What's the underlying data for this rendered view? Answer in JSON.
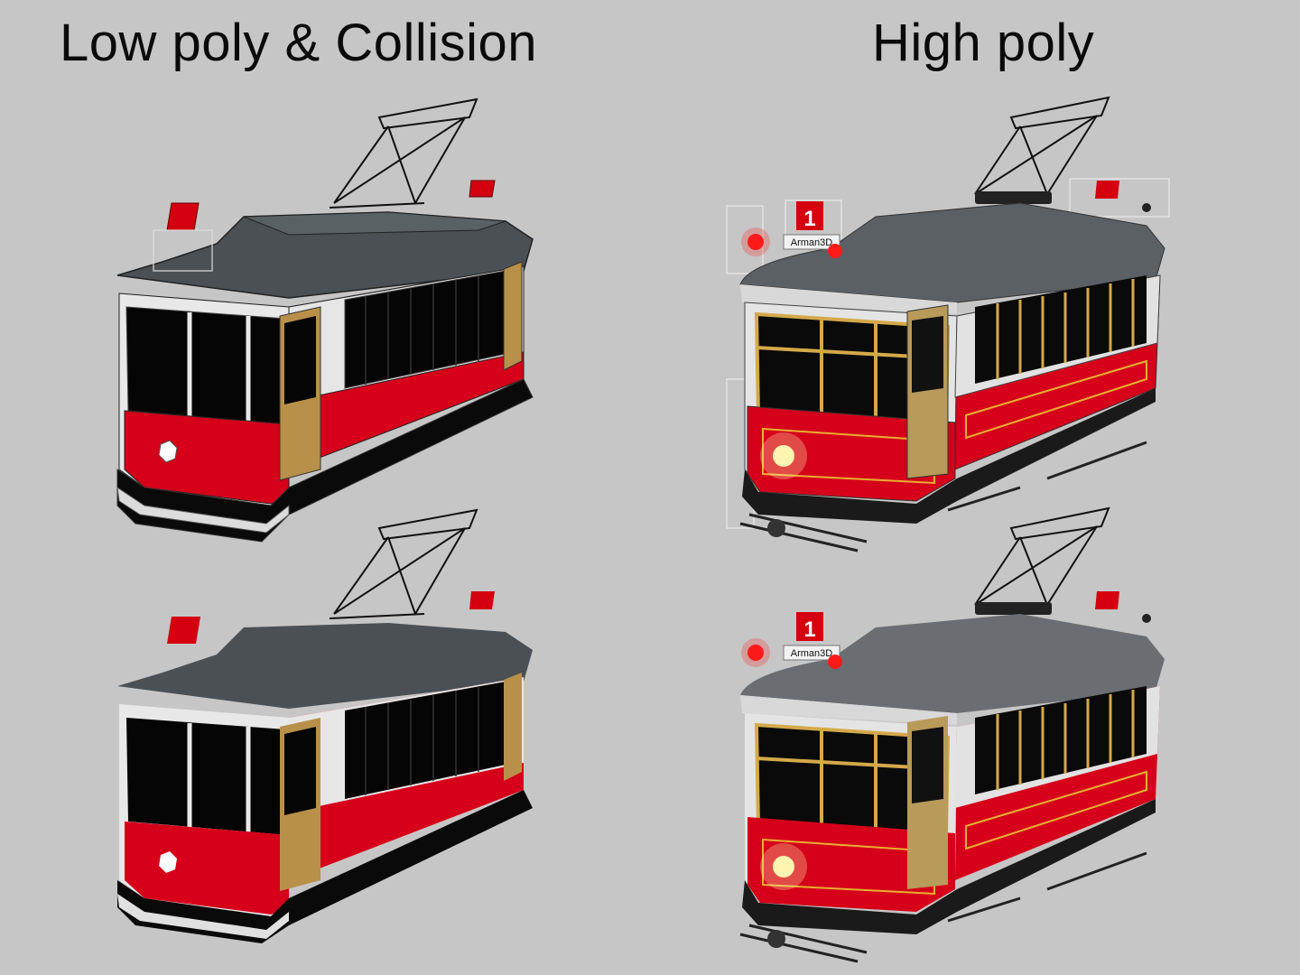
{
  "titles": {
    "left": "Low poly & Collision",
    "right": "High poly"
  },
  "tram": {
    "route_number": "1",
    "sign_text": "Arman3D"
  },
  "colors": {
    "background": "#c6c6c6",
    "body_red": "#d6001a",
    "window_black": "#050505",
    "roof_grey": "#4a5054",
    "trim_white": "#e6e6e6",
    "door_tan": "#b8904a",
    "lamp_red": "#ff1a1a",
    "headlight": "#fff4b0",
    "gold_trim": "#d4a94a"
  }
}
